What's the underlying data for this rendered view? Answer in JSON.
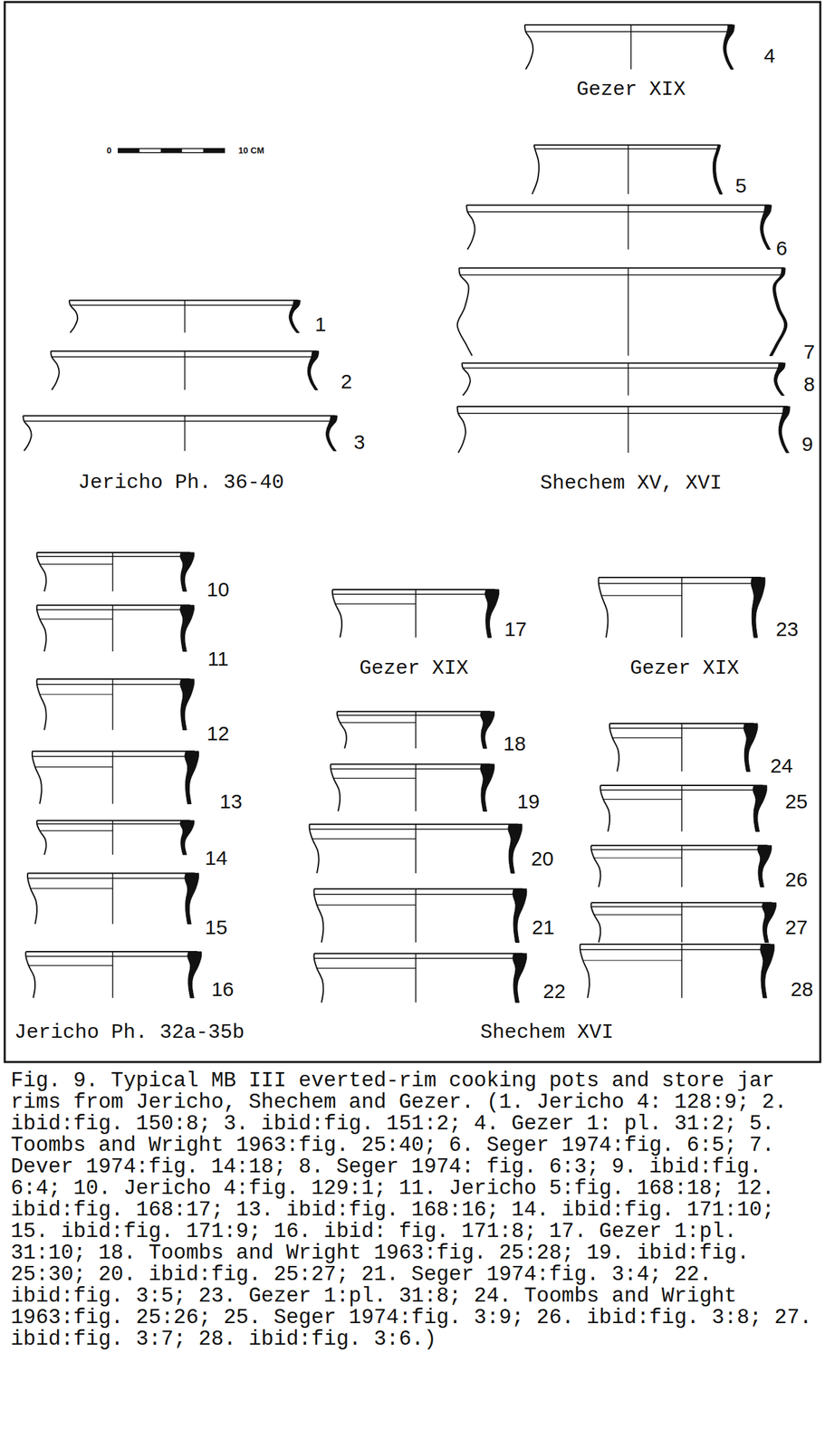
{
  "diagram": {
    "caption": "Fig. 9. Typical MB III everted-rim cooking pots and store jar rims from Jericho, Shechem and Gezer. (1. Jericho 4: 128:9; 2. ibid:fig. 150:8; 3. ibid:fig. 151:2; 4. Gezer 1: pl. 31:2; 5. Toombs and Wright 1963:fig. 25:40; 6. Seger 1974:fig. 6:5; 7. Dever 1974:fig. 14:18; 8. Seger 1974: fig. 6:3; 9. ibid:fig. 6:4; 10. Jericho 4:fig. 129:1; 11. Jericho 5:fig. 168:18; 12. ibid:fig. 168:17; 13. ibid:fig. 168:16; 14. ibid:fig. 171:10; 15. ibid:fig. 171:9; 16. ibid: fig. 171:8; 17. Gezer 1:pl. 31:10; 18. Toombs and Wright 1963:fig. 25:28; 19. ibid:fig. 25:30; 20. ibid:fig. 25:27; 21. Seger 1974:fig. 3:4; 22. ibid:fig. 3:5; 23. Gezer 1:pl. 31:8; 24. Toombs and Wright 1963:fig. 25:26; 25. Seger 1974:fig. 3:9; 26. ibid:fig. 3:8; 27. ibid:fig. 3:7; 28. ibid:fig. 3:6.)",
    "labels": [
      "0",
      "10 CM",
      "4",
      "Gezer XIX",
      "5",
      "6",
      "1",
      "7",
      "2",
      "8",
      "3",
      "9",
      "Jericho Ph. 36-40",
      "Shechem XV, XVI",
      "10",
      "17",
      "23",
      "11",
      "Gezer XIX",
      "Gezer XIX",
      "12",
      "18",
      "24",
      "13",
      "19",
      "25",
      "14",
      "20",
      "26",
      "15",
      "21",
      "27",
      "16",
      "22",
      "28",
      "Jericho Ph. 32a-35b",
      "Shechem XVI"
    ]
  }
}
